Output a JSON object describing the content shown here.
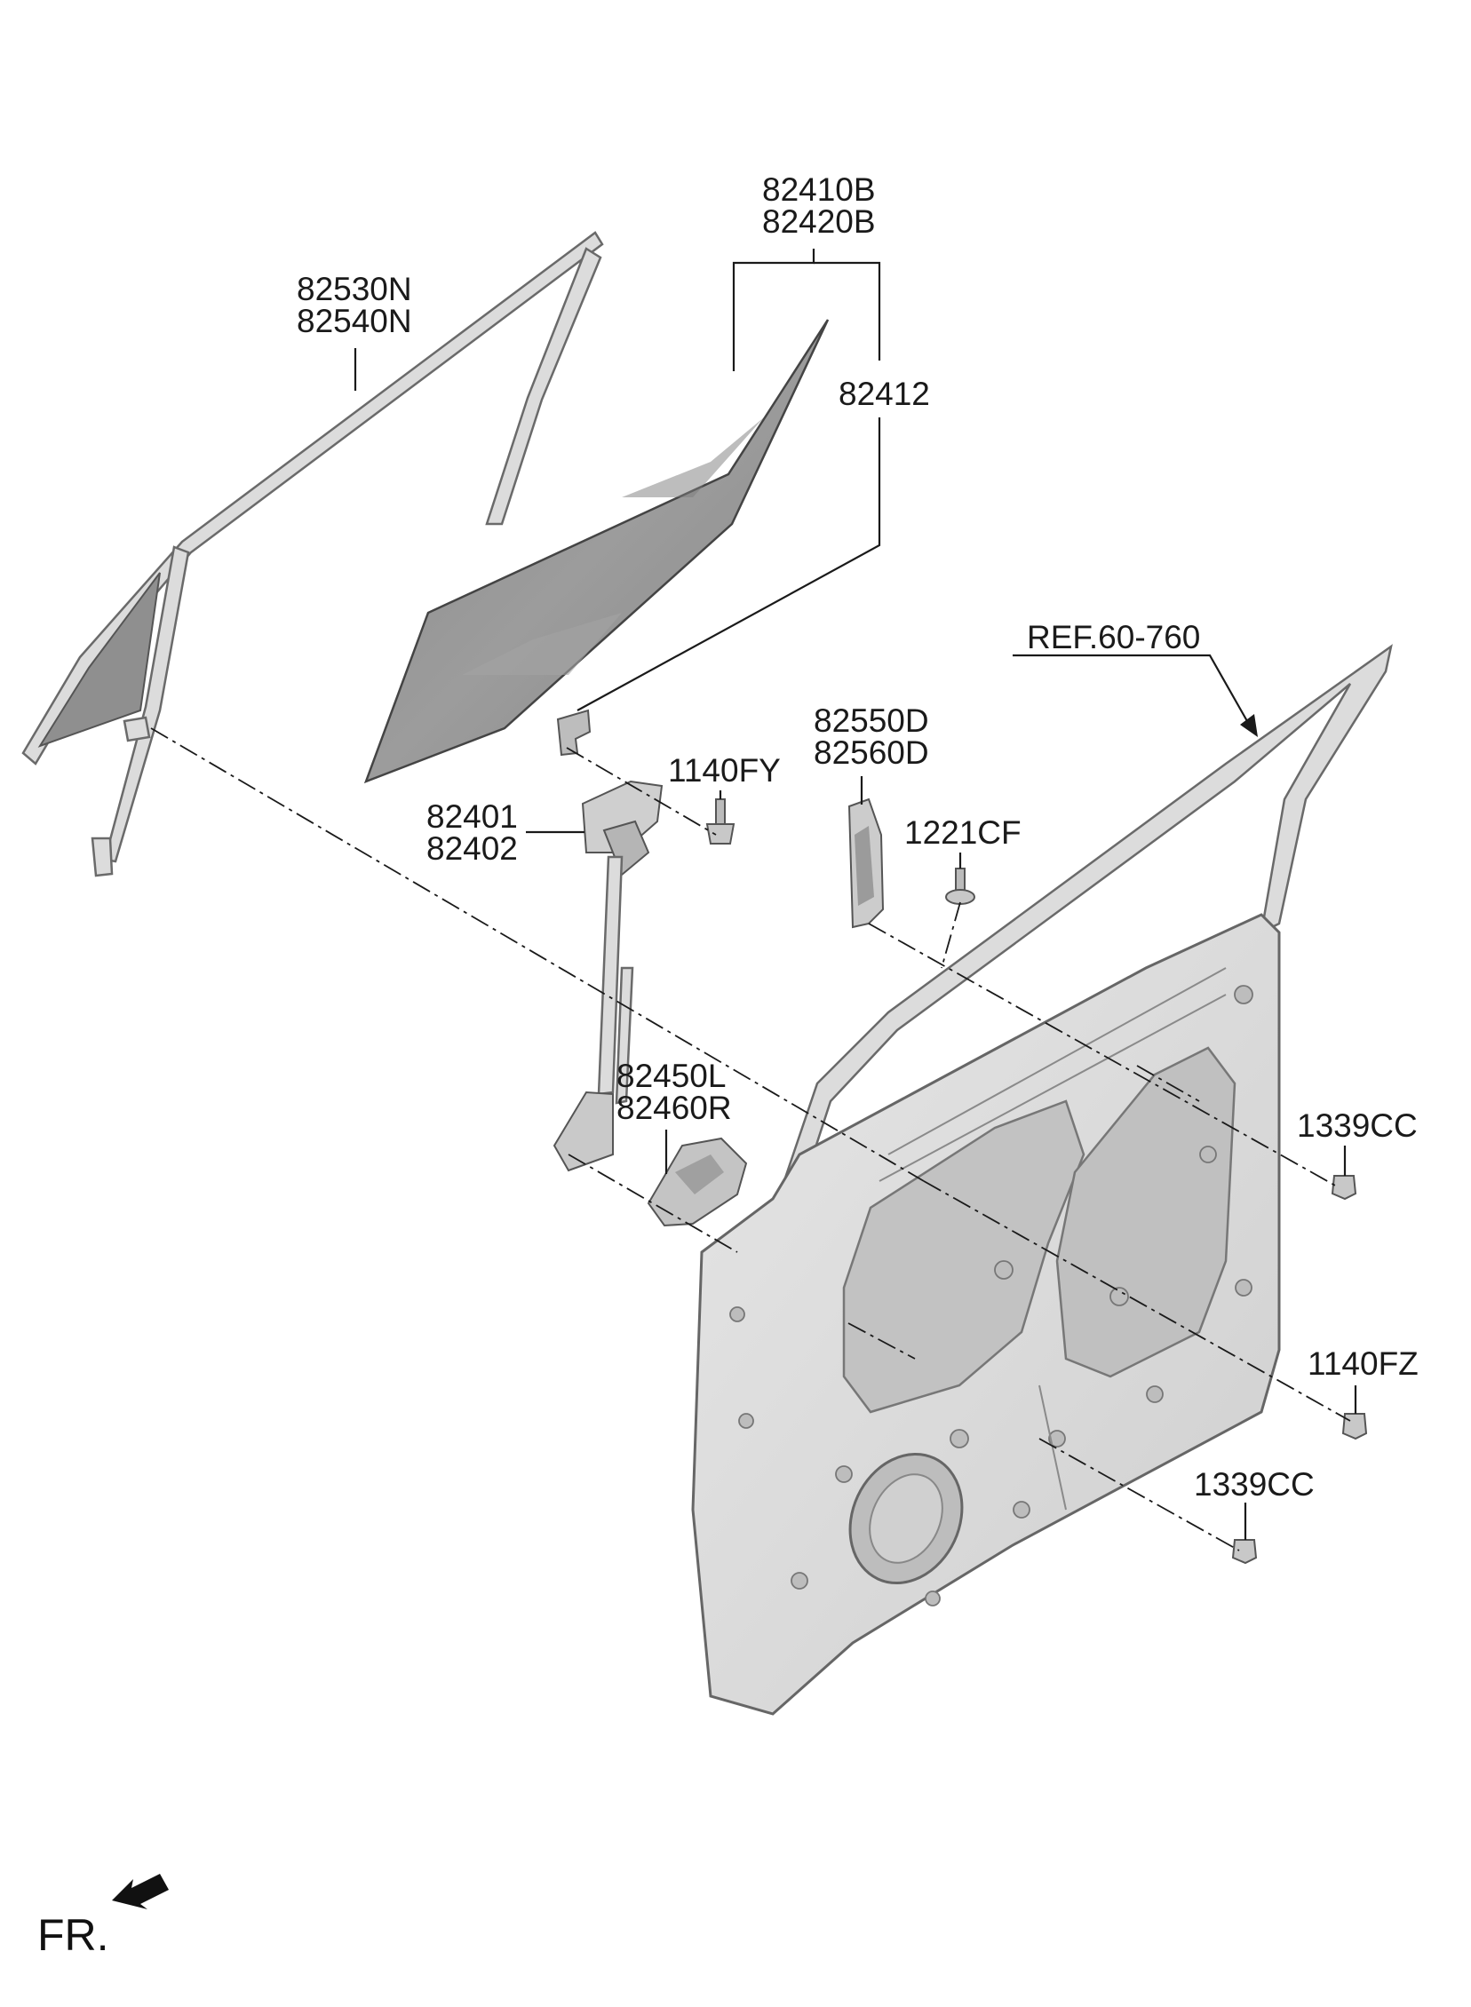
{
  "labels": {
    "glass_ids": [
      "82410B",
      "82420B"
    ],
    "glass_holder": "82412",
    "run_channel_ids": [
      "82530N",
      "82540N"
    ],
    "door_ref": "REF.60-760",
    "delta_molding_ids": [
      "82550D",
      "82560D"
    ],
    "bolt_regulator": "1140FY",
    "regulator_ids": [
      "82401",
      "82402"
    ],
    "clip": "1221CF",
    "motor_ids": [
      "82450L",
      "82460R"
    ],
    "bolt_upper": "1339CC",
    "bolt_middle": "1140FZ",
    "bolt_lower": "1339CC",
    "front_indicator": "FR."
  }
}
